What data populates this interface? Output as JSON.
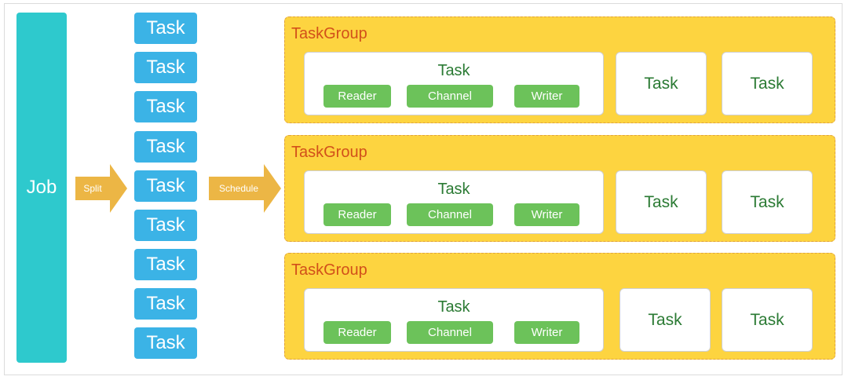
{
  "job": {
    "label": "Job"
  },
  "arrows": {
    "split_label": "Split",
    "schedule_label": "Schedule"
  },
  "task_column": [
    "Task",
    "Task",
    "Task",
    "Task",
    "Task",
    "Task",
    "Task",
    "Task",
    "Task"
  ],
  "taskgroups": [
    {
      "title": "TaskGroup",
      "main_task": {
        "label": "Task",
        "reader": "Reader",
        "channel": "Channel",
        "writer": "Writer"
      },
      "tasks": [
        "Task",
        "Task"
      ]
    },
    {
      "title": "TaskGroup",
      "main_task": {
        "label": "Task",
        "reader": "Reader",
        "channel": "Channel",
        "writer": "Writer"
      },
      "tasks": [
        "Task",
        "Task"
      ]
    },
    {
      "title": "TaskGroup",
      "main_task": {
        "label": "Task",
        "reader": "Reader",
        "channel": "Channel",
        "writer": "Writer"
      },
      "tasks": [
        "Task",
        "Task"
      ]
    }
  ],
  "colors": {
    "job": "#2ec9cd",
    "task": "#3bb3e6",
    "arrow": "#ecb645",
    "taskgroup_fill": "#fdd440",
    "taskgroup_title": "#d2501a",
    "chip": "#6cc25a",
    "task_text": "#2a7a33"
  }
}
